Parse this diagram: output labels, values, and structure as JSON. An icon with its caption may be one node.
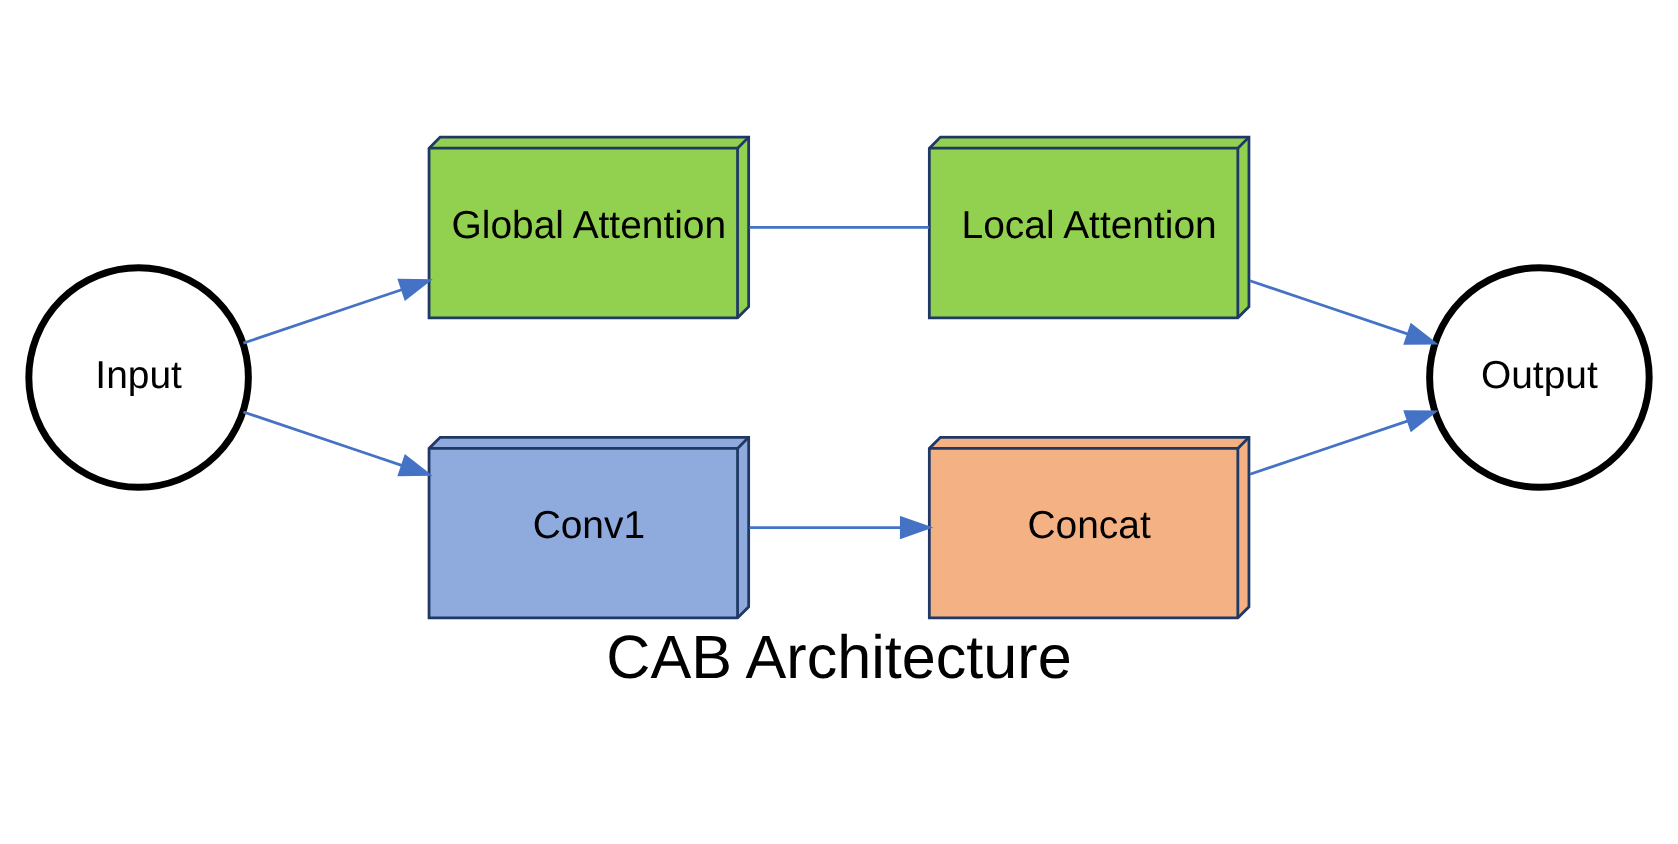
{
  "diagram": {
    "title": "CAB Architecture",
    "nodes": [
      {
        "text": [
          "Input"
        ]
      },
      {
        "text": [
          "Global Attention"
        ]
      },
      {
        "text": [
          "Local Attention"
        ]
      },
      {
        "text": [
          "Conv1"
        ]
      },
      {
        "text": [
          "Concat"
        ]
      },
      {
        "text": [
          "Output"
        ]
      }
    ],
    "edges": [
      {
        "from": 0,
        "to": 1,
        "arrow": "to"
      },
      {
        "from": 0,
        "to": 3,
        "arrow": "to"
      },
      {
        "from": 1,
        "to": 2,
        "arrow": "none"
      },
      {
        "from": 3,
        "to": 4,
        "arrow": "to"
      },
      {
        "from": 2,
        "to": 5,
        "arrow": "to"
      },
      {
        "from": 4,
        "to": 5,
        "arrow": "to"
      }
    ]
  }
}
